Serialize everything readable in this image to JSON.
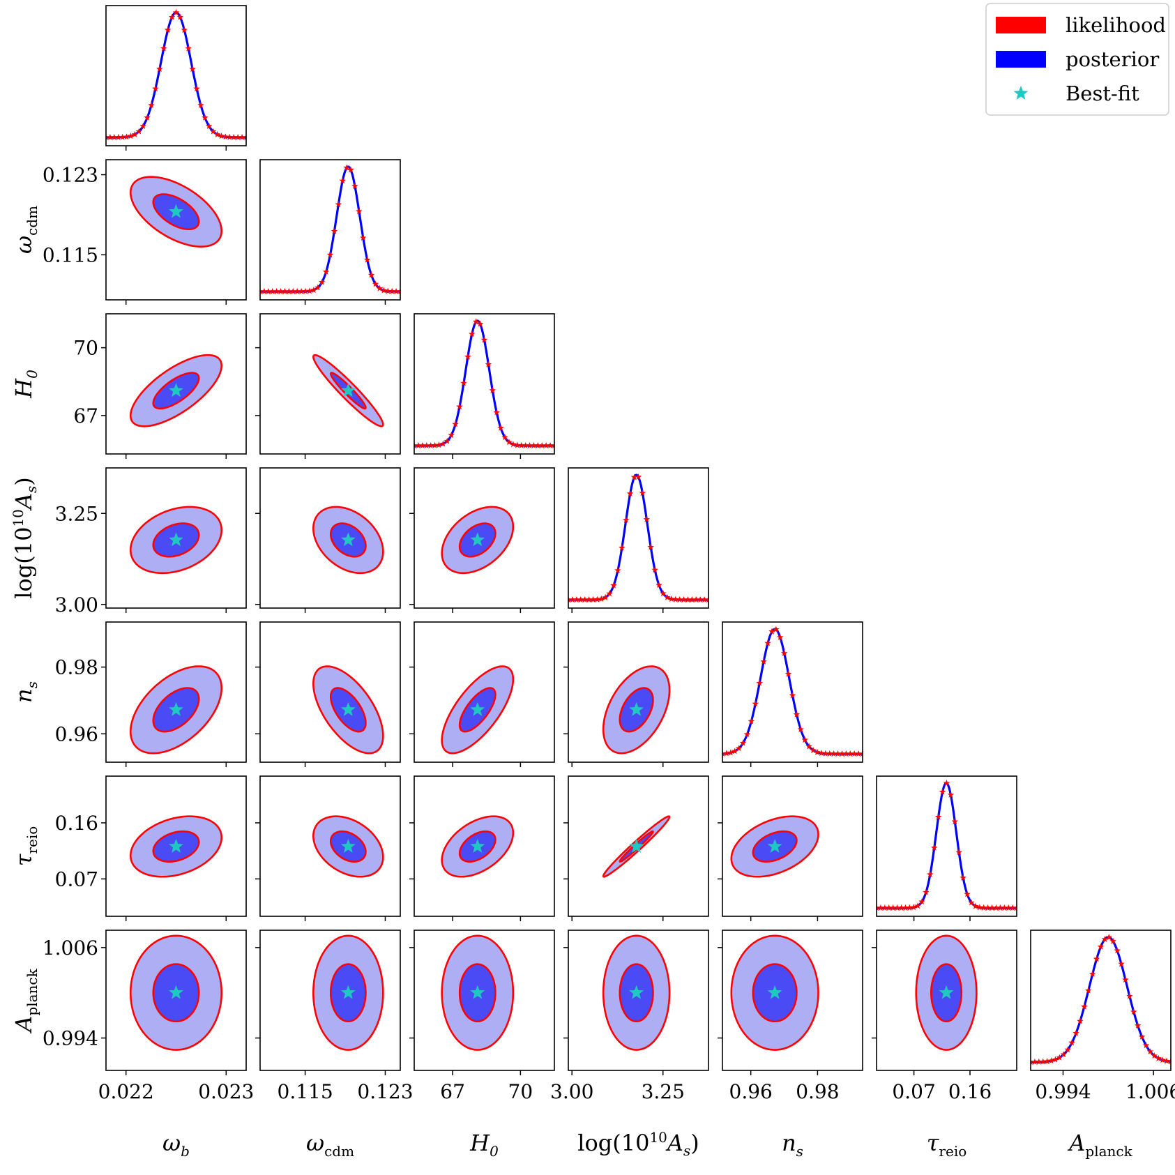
{
  "chart_data": {
    "type": "corner",
    "legend": {
      "position": "top-right",
      "entries": [
        {
          "label": "likelihood",
          "color": "#ff0000",
          "marker": "patch"
        },
        {
          "label": "posterior",
          "color": "#0000ff",
          "marker": "patch"
        },
        {
          "label": "Best-fit",
          "color": "#00c0c0",
          "marker": "star"
        }
      ]
    },
    "colors": {
      "likelihood": "#ff0000",
      "posterior_line": "#0000ff",
      "contour_68": "#4b4bf5",
      "contour_95": "#aeaef5",
      "best_fit": "#1fc8c0"
    },
    "parameters": [
      {
        "id": "omega_b",
        "base": "ω",
        "sub": "b",
        "sup": "",
        "range": [
          0.0218,
          0.0232
        ],
        "mean": 0.0225,
        "sigma": 0.00015,
        "ticks": [
          0.022,
          0.023
        ],
        "tick_labels": [
          "0.022",
          "0.023"
        ]
      },
      {
        "id": "omega_cdm",
        "base": "ω",
        "sub": "cdm",
        "sup": "",
        "range": [
          0.1105,
          0.1245
        ],
        "mean": 0.1193,
        "sigma": 0.00115,
        "ticks": [
          0.115,
          0.123
        ],
        "tick_labels": [
          "0.115",
          "0.123"
        ]
      },
      {
        "id": "H0",
        "base": "H",
        "sub": "0",
        "sup": "",
        "range": [
          65.3,
          71.5
        ],
        "mean": 68.1,
        "sigma": 0.52,
        "ticks": [
          67,
          70
        ],
        "tick_labels": [
          "67",
          "70"
        ]
      },
      {
        "id": "logAs",
        "base": "log(10",
        "sub": "s",
        "sup": "10",
        "range": [
          2.99,
          3.375
        ],
        "mean": 3.177,
        "sigma": 0.03,
        "ticks": [
          3.0,
          3.25
        ],
        "tick_labels": [
          "3.00",
          "3.25"
        ]
      },
      {
        "id": "n_s",
        "base": "n",
        "sub": "s",
        "sup": "",
        "range": [
          0.9515,
          0.9935
        ],
        "mean": 0.9672,
        "sigma": 0.0043,
        "ticks": [
          0.96,
          0.98
        ],
        "tick_labels": [
          "0.96",
          "0.98"
        ]
      },
      {
        "id": "tau_reio",
        "base": "τ",
        "sub": "reio",
        "sup": "",
        "range": [
          0.01,
          0.235
        ],
        "mean": 0.122,
        "sigma": 0.016,
        "ticks": [
          0.07,
          0.16
        ],
        "tick_labels": [
          "0.07",
          "0.16"
        ]
      },
      {
        "id": "A_planck",
        "base": "A",
        "sub": "planck",
        "sup": "",
        "range": [
          0.9897,
          1.0083
        ],
        "mean": 1.0,
        "sigma": 0.0025,
        "ticks": [
          0.994,
          1.006
        ],
        "tick_labels": [
          "0.994",
          "1.006"
        ]
      }
    ],
    "correlations": [
      [
        1.0,
        -0.55,
        0.7,
        0.3,
        0.5,
        0.3,
        0.0
      ],
      [
        -0.55,
        1.0,
        -0.95,
        -0.35,
        -0.6,
        -0.35,
        0.0
      ],
      [
        0.7,
        -0.95,
        1.0,
        0.4,
        0.7,
        0.45,
        0.0
      ],
      [
        0.3,
        -0.35,
        0.4,
        1.0,
        0.45,
        0.98,
        0.0
      ],
      [
        0.5,
        -0.6,
        0.7,
        0.45,
        1.0,
        0.4,
        0.0
      ],
      [
        0.3,
        -0.35,
        0.45,
        0.98,
        0.4,
        1.0,
        0.0
      ],
      [
        0.0,
        0.0,
        0.0,
        0.0,
        0.0,
        0.0,
        1.0
      ]
    ],
    "contour_levels_sigma": [
      1.52,
      3.03
    ]
  }
}
